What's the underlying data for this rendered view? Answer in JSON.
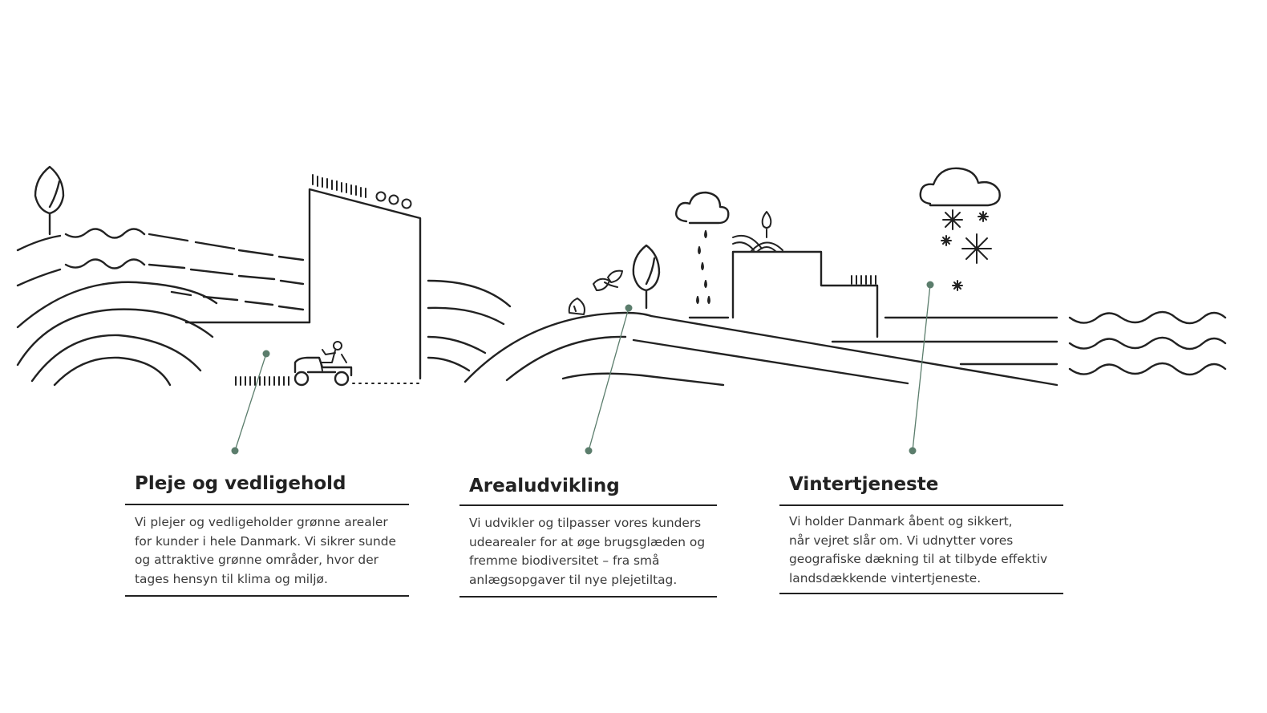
{
  "accent_color": "#5b7d6c",
  "line_color": "#222222",
  "sections": [
    {
      "title": "Pleje og vedligehold",
      "lines": [
        "Vi plejer og vedligeholder grønne arealer",
        "for kunder i hele Danmark. Vi sikrer sunde",
        "og attraktive grønne områder, hvor der",
        "tages hensyn til klima og miljø."
      ]
    },
    {
      "title": "Arealudvikling",
      "lines": [
        "Vi udvikler og tilpasser vores kunders",
        "udearealer for at øge brugsglæden og",
        "fremme biodiversitet – fra små",
        "anlægsopgaver til nye plejetiltag."
      ]
    },
    {
      "title": "Vintertjeneste",
      "lines": [
        "Vi holder Danmark åbent og sikkert,",
        "når vejret slår om. Vi udnytter vores",
        "geografiske dækning til at tilbyde effektiv",
        "landsdækkende vintertjeneste."
      ]
    }
  ],
  "icons": [
    "leaf-tree-icon",
    "wave-icon",
    "building-icon",
    "lawn-mower-icon",
    "rain-cloud-icon",
    "snow-cloud-icon",
    "snowflake-icon",
    "leaf-icon",
    "sea-waves-icon"
  ]
}
